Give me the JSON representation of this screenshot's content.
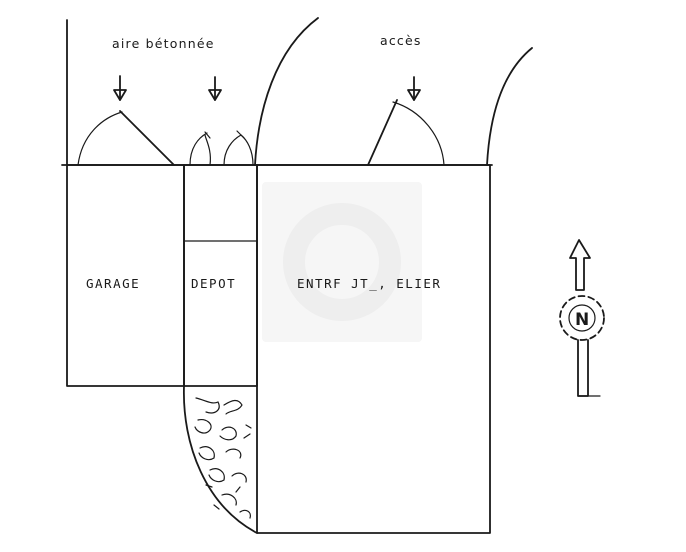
{
  "annotations": {
    "paved_area": "aire bétonnée",
    "access": "accès"
  },
  "rooms": {
    "garage": "GARAGE",
    "depot": "DEPOT",
    "workshop": "ENTRF JT_, ELIER"
  },
  "compass": {
    "letter": "N",
    "icon": "north-arrow-icon"
  },
  "colors": {
    "ink": "#1a1a1a",
    "background": "#ffffff"
  }
}
